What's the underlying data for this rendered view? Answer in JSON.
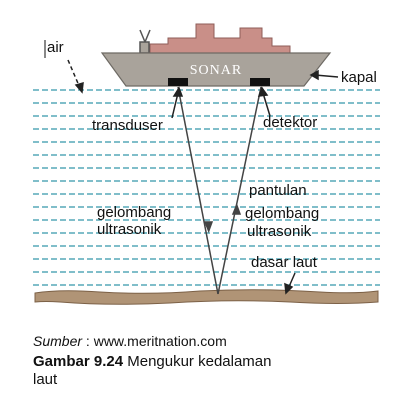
{
  "labels": {
    "water": "air",
    "ship": "kapal",
    "sonar": "SONAR",
    "transducer": "transduser",
    "detector": "detektor",
    "wave_down_1": "gelombang",
    "wave_down_2": "ultrasonik",
    "wave_up_1": "pantulan",
    "wave_up_2": "gelombang",
    "wave_up_3": "ultrasonik",
    "seabed": "dasar laut"
  },
  "caption": {
    "source_label": "Sumber",
    "source_sep": " : ",
    "source_url": "www.meritnation.com",
    "figure_number": "Gambar 9.24",
    "figure_text_1": " Mengukur kedalaman",
    "figure_text_2": "laut"
  },
  "colors": {
    "hull": "#a9a39b",
    "superstructure": "#c98f88",
    "water_lines": "#56a9b8",
    "seabed": "#b09476",
    "ray": "#444444"
  }
}
